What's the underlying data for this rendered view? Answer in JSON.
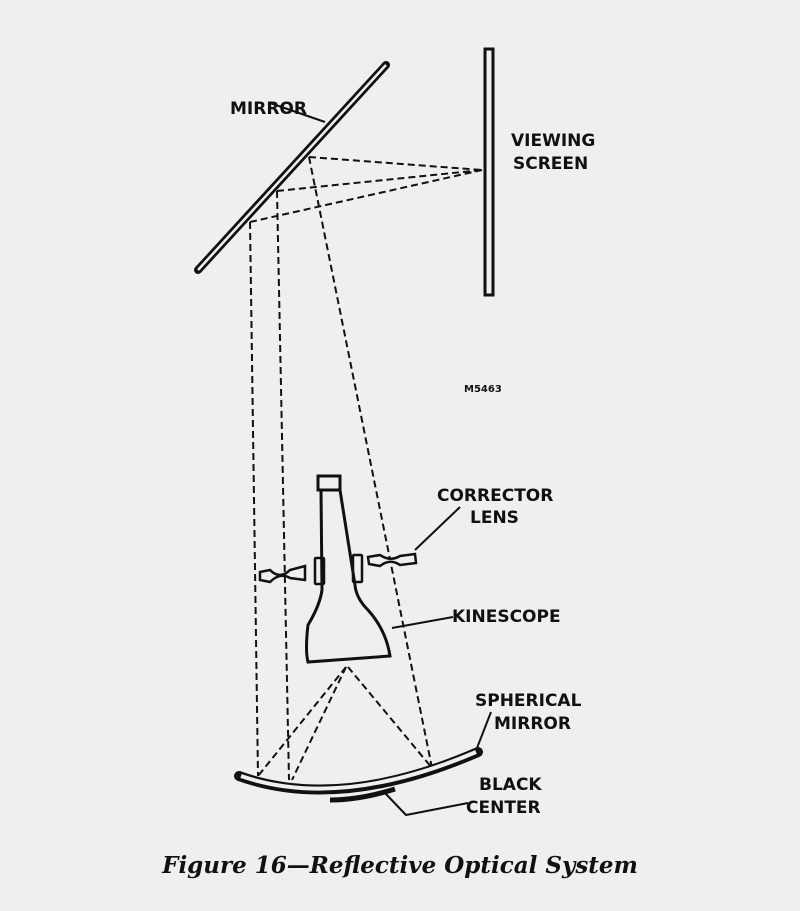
{
  "figure": {
    "caption": "Figure 16—Reflective Optical System",
    "code": "M5463",
    "labels": {
      "mirror": "MIRROR",
      "viewing_screen_1": "VIEWING",
      "viewing_screen_2": "SCREEN",
      "corrector_lens_1": "CORRECTOR",
      "corrector_lens_2": "LENS",
      "kinescope": "KINESCOPE",
      "spherical_mirror_1": "SPHERICAL",
      "spherical_mirror_2": "MIRROR",
      "black_center_1": "BLACK",
      "black_center_2": "CENTER"
    }
  }
}
